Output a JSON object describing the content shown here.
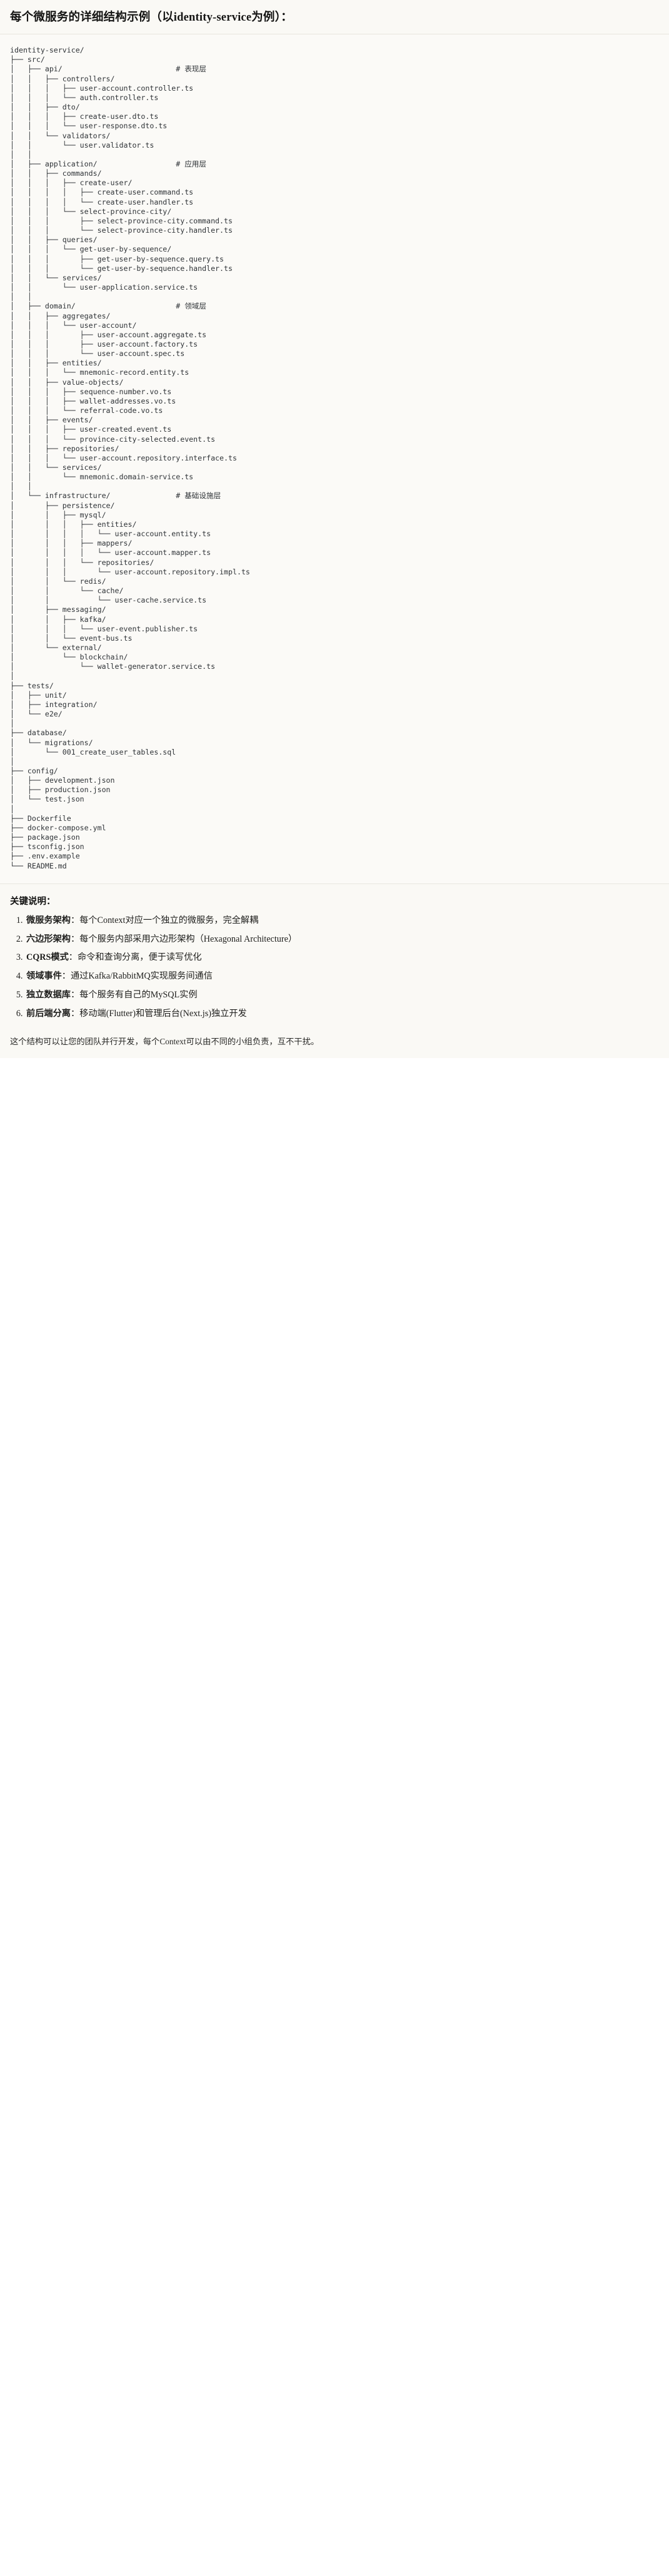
{
  "header": {
    "title": "每个微服务的详细结构示例（以identity-service为例）："
  },
  "tree": {
    "root": "identity-service/",
    "text": "identity-service/\n├── src/\n│   ├── api/                          # 表现层\n│   │   ├── controllers/\n│   │   │   ├── user-account.controller.ts\n│   │   │   └── auth.controller.ts\n│   │   ├── dto/\n│   │   │   ├── create-user.dto.ts\n│   │   │   └── user-response.dto.ts\n│   │   └── validators/\n│   │       └── user.validator.ts\n│   │\n│   ├── application/                  # 应用层\n│   │   ├── commands/\n│   │   │   ├── create-user/\n│   │   │   │   ├── create-user.command.ts\n│   │   │   │   └── create-user.handler.ts\n│   │   │   └── select-province-city/\n│   │   │       ├── select-province-city.command.ts\n│   │   │       └── select-province-city.handler.ts\n│   │   ├── queries/\n│   │   │   └── get-user-by-sequence/\n│   │   │       ├── get-user-by-sequence.query.ts\n│   │   │       └── get-user-by-sequence.handler.ts\n│   │   └── services/\n│   │       └── user-application.service.ts\n│   │\n│   ├── domain/                       # 领域层\n│   │   ├── aggregates/\n│   │   │   └── user-account/\n│   │   │       ├── user-account.aggregate.ts\n│   │   │       ├── user-account.factory.ts\n│   │   │       └── user-account.spec.ts\n│   │   ├── entities/\n│   │   │   └── mnemonic-record.entity.ts\n│   │   ├── value-objects/\n│   │   │   ├── sequence-number.vo.ts\n│   │   │   ├── wallet-addresses.vo.ts\n│   │   │   └── referral-code.vo.ts\n│   │   ├── events/\n│   │   │   ├── user-created.event.ts\n│   │   │   └── province-city-selected.event.ts\n│   │   ├── repositories/\n│   │   │   └── user-account.repository.interface.ts\n│   │   └── services/\n│   │       └── mnemonic.domain-service.ts\n│   │\n│   └── infrastructure/               # 基础设施层\n│       ├── persistence/\n│       │   ├── mysql/\n│       │   │   ├── entities/\n│       │   │   │   └── user-account.entity.ts\n│       │   │   ├── mappers/\n│       │   │   │   └── user-account.mapper.ts\n│       │   │   └── repositories/\n│       │   │       └── user-account.repository.impl.ts\n│       │   └── redis/\n│       │       └── cache/\n│       │           └── user-cache.service.ts\n│       ├── messaging/\n│       │   ├── kafka/\n│       │   │   └── user-event.publisher.ts\n│       │   └── event-bus.ts\n│       └── external/\n│           └── blockchain/\n│               └── wallet-generator.service.ts\n│\n├── tests/\n│   ├── unit/\n│   ├── integration/\n│   └── e2e/\n│\n├── database/\n│   └── migrations/\n│       └── 001_create_user_tables.sql\n│\n├── config/\n│   ├── development.json\n│   ├── production.json\n│   └── test.json\n│\n├── Dockerfile\n├── docker-compose.yml\n├── package.json\n├── tsconfig.json\n├── .env.example\n└── README.md",
    "layer_comments": [
      "# 表现层",
      "# 应用层",
      "# 领域层",
      "# 基础设施层"
    ]
  },
  "notes": {
    "title": "关键说明：",
    "items": [
      {
        "term": "微服务架构",
        "desc": "：每个Context对应一个独立的微服务，完全解耦"
      },
      {
        "term": "六边形架构",
        "desc": "：每个服务内部采用六边形架构（Hexagonal Architecture）"
      },
      {
        "term": "CQRS模式",
        "desc": "：命令和查询分离，便于读写优化"
      },
      {
        "term": "领域事件",
        "desc": "：通过Kafka/RabbitMQ实现服务间通信"
      },
      {
        "term": "独立数据库",
        "desc": "：每个服务有自己的MySQL实例"
      },
      {
        "term": "前后端分离",
        "desc": "：移动端(Flutter)和管理后台(Next.js)独立开发"
      }
    ]
  },
  "closing": {
    "text": "这个结构可以让您的团队并行开发，每个Context可以由不同的小组负责，互不干扰。"
  }
}
